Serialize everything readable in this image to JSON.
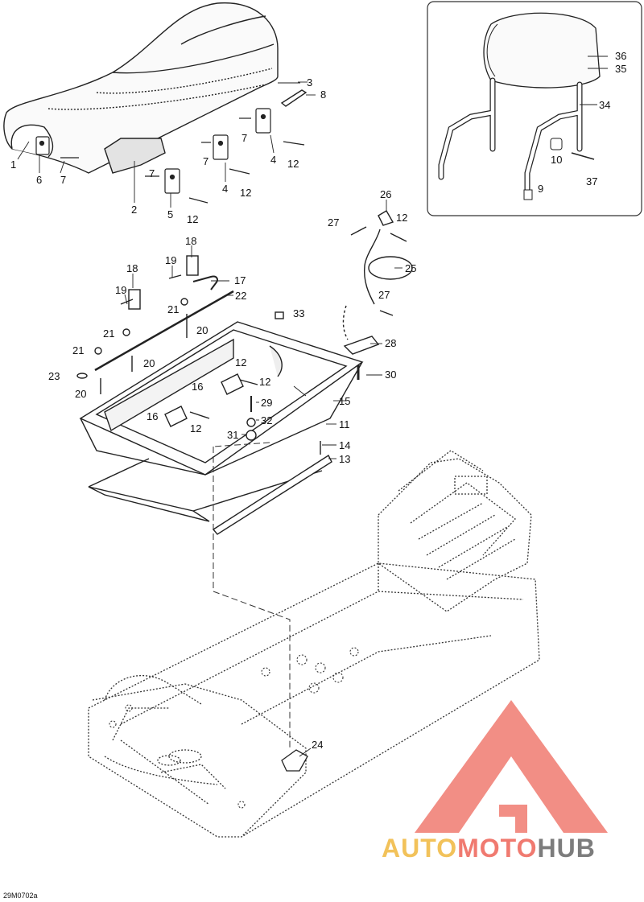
{
  "figure_code": "29M0702a",
  "watermark": {
    "part1": "AUTO",
    "part2": "MOTO",
    "part3": "HUB",
    "colors": {
      "part1": "#f2c25a",
      "part2": "#f07a70",
      "part3": "#7c7c7c",
      "logo": "#f07a70"
    }
  },
  "callouts": [
    {
      "id": "c1",
      "num": "1"
    },
    {
      "id": "c2",
      "num": "2"
    },
    {
      "id": "c3",
      "num": "3"
    },
    {
      "id": "c4a",
      "num": "4"
    },
    {
      "id": "c4b",
      "num": "4"
    },
    {
      "id": "c5",
      "num": "5"
    },
    {
      "id": "c6",
      "num": "6"
    },
    {
      "id": "c7a",
      "num": "7"
    },
    {
      "id": "c7b",
      "num": "7"
    },
    {
      "id": "c7c",
      "num": "7"
    },
    {
      "id": "c7d",
      "num": "7"
    },
    {
      "id": "c8",
      "num": "8"
    },
    {
      "id": "c12a",
      "num": "12"
    },
    {
      "id": "c12b",
      "num": "12"
    },
    {
      "id": "c12c",
      "num": "12"
    },
    {
      "id": "c36",
      "num": "36"
    },
    {
      "id": "c35",
      "num": "35"
    },
    {
      "id": "c34",
      "num": "34"
    },
    {
      "id": "c10",
      "num": "10"
    },
    {
      "id": "c37",
      "num": "37"
    },
    {
      "id": "c9",
      "num": "9"
    },
    {
      "id": "c26",
      "num": "26"
    },
    {
      "id": "c27a",
      "num": "27"
    },
    {
      "id": "c12d",
      "num": "12"
    },
    {
      "id": "c25",
      "num": "25"
    },
    {
      "id": "c27b",
      "num": "27"
    },
    {
      "id": "c28",
      "num": "28"
    },
    {
      "id": "c30",
      "num": "30"
    },
    {
      "id": "c18a",
      "num": "18"
    },
    {
      "id": "c18b",
      "num": "18"
    },
    {
      "id": "c19a",
      "num": "19"
    },
    {
      "id": "c19b",
      "num": "19"
    },
    {
      "id": "c17",
      "num": "17"
    },
    {
      "id": "c22",
      "num": "22"
    },
    {
      "id": "c21a",
      "num": "21"
    },
    {
      "id": "c21b",
      "num": "21"
    },
    {
      "id": "c21c",
      "num": "21"
    },
    {
      "id": "c20a",
      "num": "20"
    },
    {
      "id": "c20b",
      "num": "20"
    },
    {
      "id": "c20c",
      "num": "20"
    },
    {
      "id": "c23",
      "num": "23"
    },
    {
      "id": "c33",
      "num": "33"
    },
    {
      "id": "c12e",
      "num": "12"
    },
    {
      "id": "c16a",
      "num": "16"
    },
    {
      "id": "c16b",
      "num": "16"
    },
    {
      "id": "c12f",
      "num": "12"
    },
    {
      "id": "c12g",
      "num": "12"
    },
    {
      "id": "c29",
      "num": "29"
    },
    {
      "id": "c15",
      "num": "15"
    },
    {
      "id": "c32",
      "num": "32"
    },
    {
      "id": "c31",
      "num": "31"
    },
    {
      "id": "c11",
      "num": "11"
    },
    {
      "id": "c14",
      "num": "14"
    },
    {
      "id": "c13",
      "num": "13"
    },
    {
      "id": "c24",
      "num": "24"
    }
  ]
}
